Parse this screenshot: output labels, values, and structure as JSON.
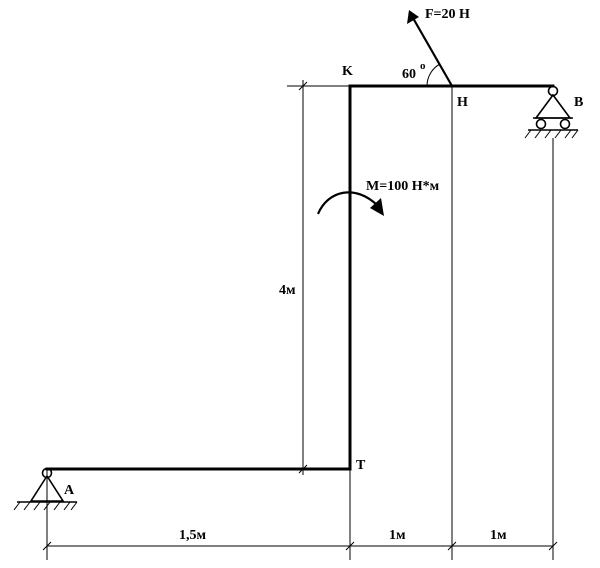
{
  "points": {
    "a": "A",
    "b": "B",
    "k": "K",
    "n": "H",
    "t": "T"
  },
  "loads": {
    "force": "F=20 H",
    "moment": "M=100 H*м",
    "angle": "60",
    "angle_degree": "o"
  },
  "dimensions": {
    "height_kt": "4м",
    "span_at": "1,5м",
    "span_kn": "1м",
    "span_nb": "1м"
  }
}
